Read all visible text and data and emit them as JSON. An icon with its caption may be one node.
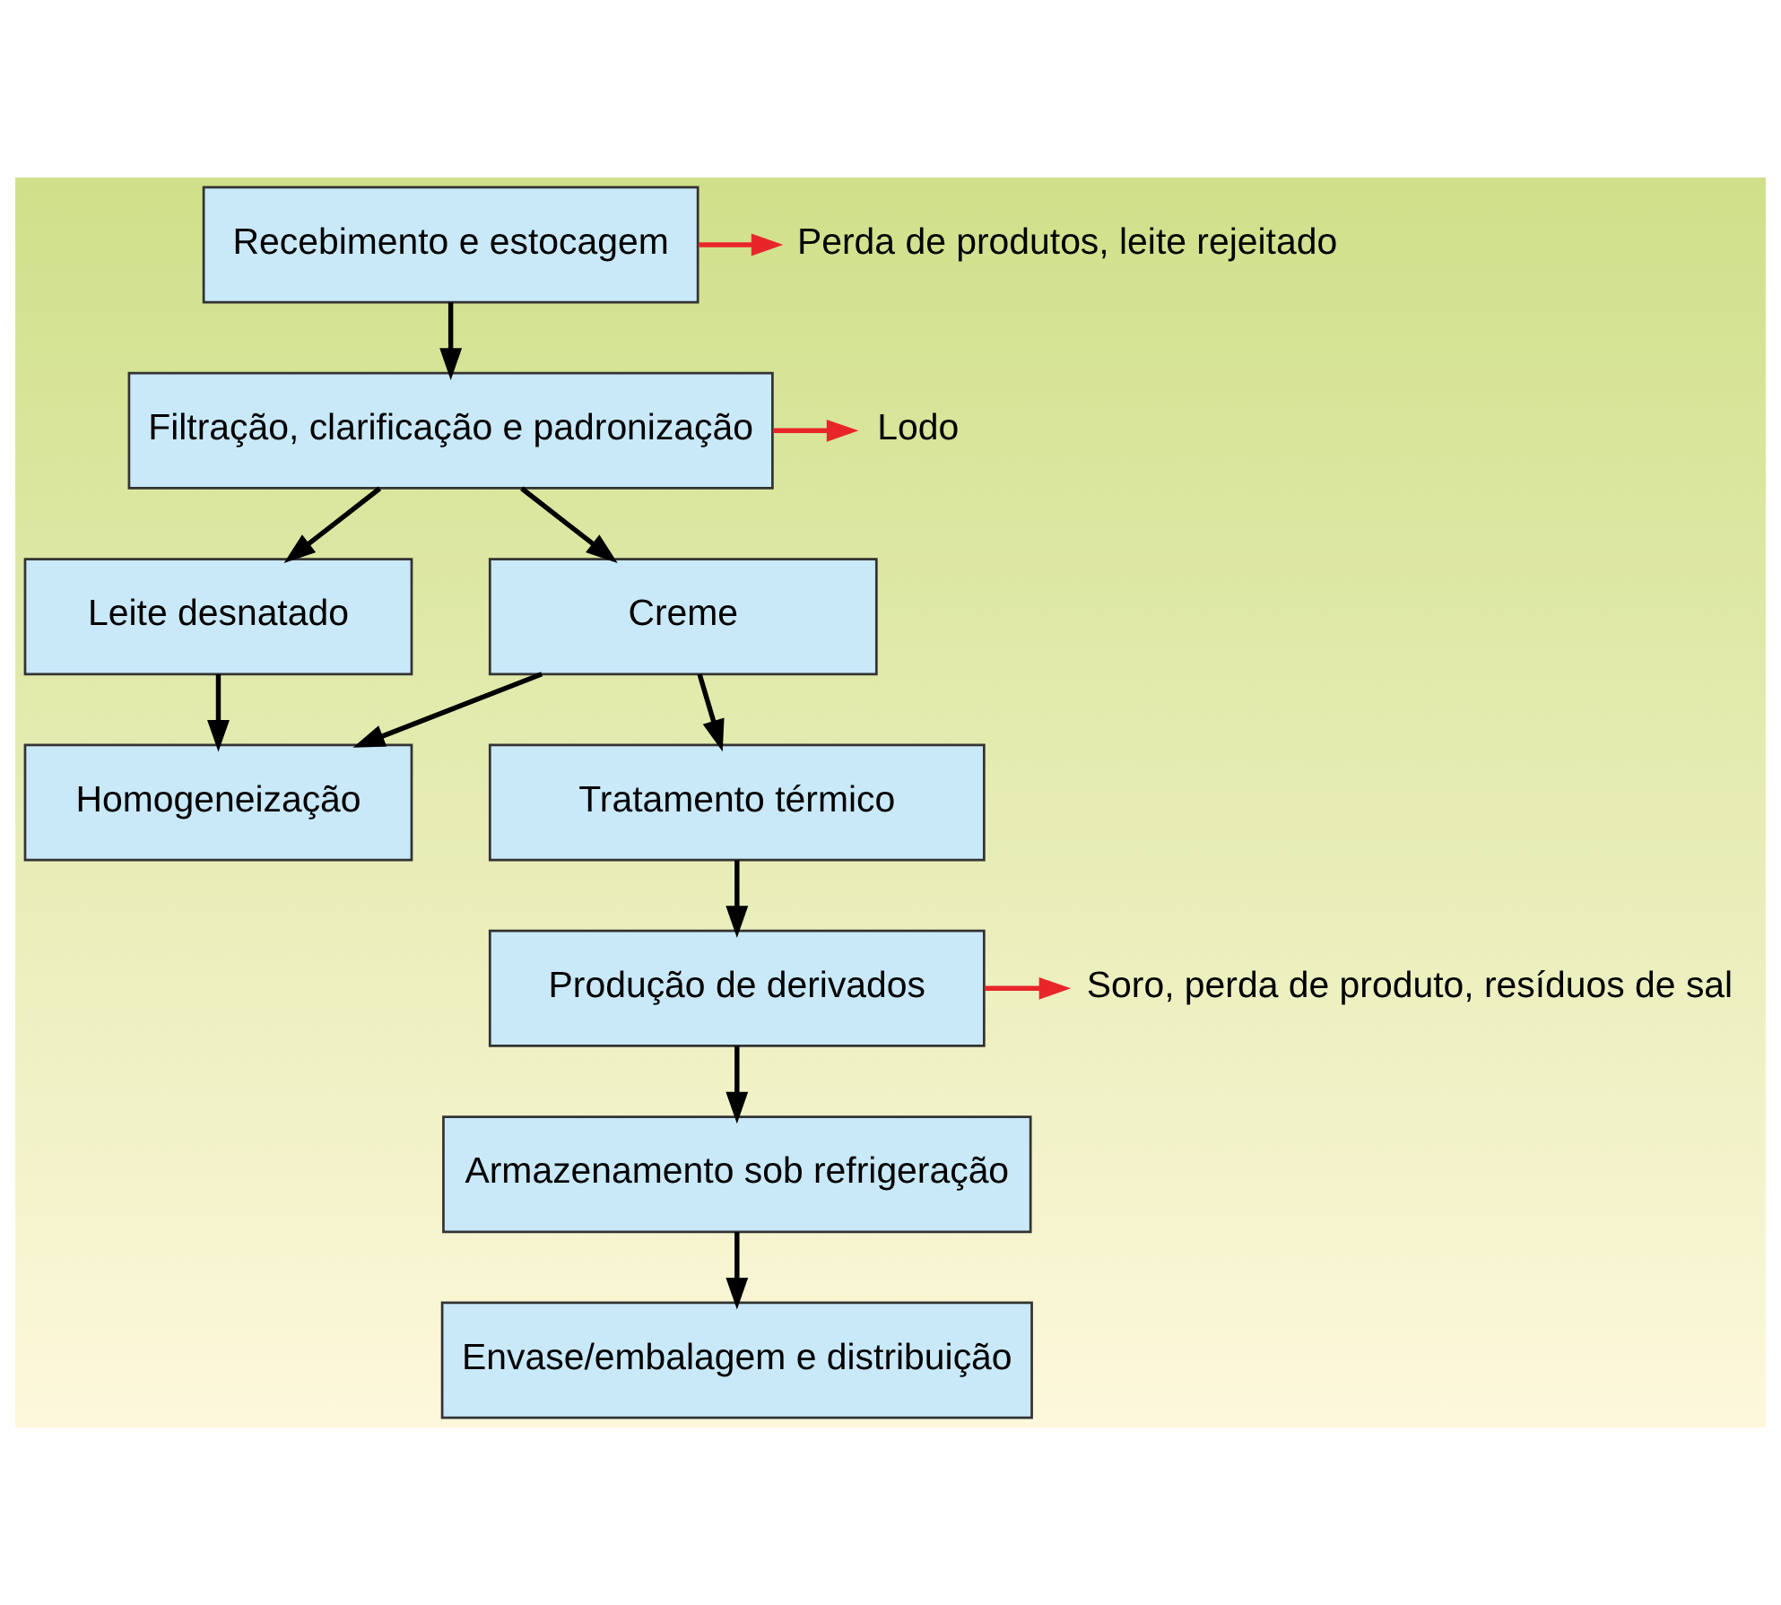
{
  "diagram": {
    "nodes": [
      {
        "text": [
          "Recebimento e estocagem"
        ]
      },
      {
        "text": [
          "Perda de produtos, leite rejeitado"
        ]
      },
      {
        "text": [
          "Filtração, clarificação e padronização"
        ]
      },
      {
        "text": [
          "Lodo"
        ]
      },
      {
        "text": [
          "Leite desnatado"
        ]
      },
      {
        "text": [
          "Creme"
        ]
      },
      {
        "text": [
          "Homogeneização"
        ]
      },
      {
        "text": [
          "Tratamento térmico"
        ]
      },
      {
        "text": [
          "Produção de derivados"
        ]
      },
      {
        "text": [
          "Soro, perda de produto, resíduos de sal"
        ]
      },
      {
        "text": [
          "Armazenamento sob refrigeração"
        ]
      },
      {
        "text": [
          "Envase/embalagem e distribuição"
        ]
      }
    ],
    "edges": [
      {
        "from": 0,
        "to": 1,
        "arrow": "to",
        "color": "#e8262a"
      },
      {
        "from": 0,
        "to": 2,
        "arrow": "to"
      },
      {
        "from": 2,
        "to": 3,
        "arrow": "to",
        "color": "#e8262a"
      },
      {
        "from": 2,
        "to": 4,
        "arrow": "to"
      },
      {
        "from": 2,
        "to": 5,
        "arrow": "to"
      },
      {
        "from": 4,
        "to": 6,
        "arrow": "to"
      },
      {
        "from": 5,
        "to": 6,
        "arrow": "to"
      },
      {
        "from": 5,
        "to": 7,
        "arrow": "to"
      },
      {
        "from": 7,
        "to": 8,
        "arrow": "to"
      },
      {
        "from": 8,
        "to": 9,
        "arrow": "to",
        "color": "#e8262a"
      },
      {
        "from": 8,
        "to": 10,
        "arrow": "to"
      },
      {
        "from": 10,
        "to": 11,
        "arrow": "to"
      }
    ]
  }
}
